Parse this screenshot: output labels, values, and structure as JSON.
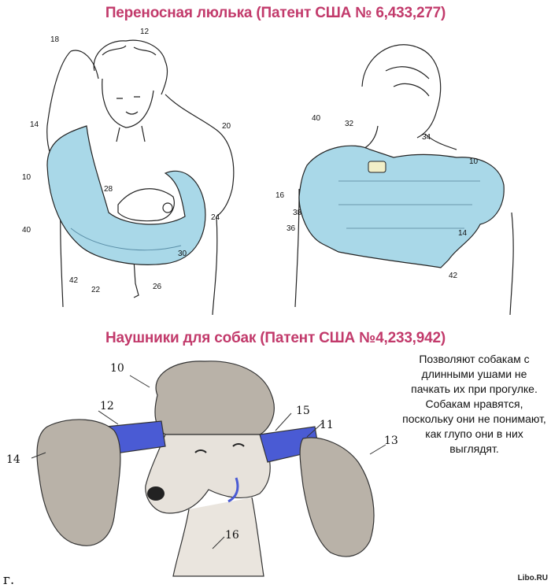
{
  "titles": {
    "sling": "Переносная люлька (Патент США № 6,433,277)",
    "earmuffs": "Наушники для собак (Патент США №4,233,942)"
  },
  "figure_front": {
    "labels": [
      "12",
      "18",
      "14",
      "20",
      "10",
      "28",
      "40",
      "24",
      "30",
      "42",
      "22",
      "26"
    ]
  },
  "figure_back": {
    "labels": [
      "40",
      "32",
      "34",
      "10",
      "16",
      "38",
      "36",
      "14",
      "42"
    ]
  },
  "figure_dog": {
    "labels": [
      "10",
      "12",
      "15",
      "11",
      "14",
      "13",
      "16"
    ]
  },
  "caption": "Позволяют собакам с длинными ушами не пачкать их при прогулке. Собакам нравятся, поскольку они не понимают, как глупо они в них выглядят.",
  "corner_mark": "г.",
  "watermark": "Libo.RU",
  "colors": {
    "title": "#c23a6b",
    "sling_fill": "#a9d8e8",
    "tube_fill": "#4a5bd4",
    "fur_fill": "#b9b2a8"
  }
}
